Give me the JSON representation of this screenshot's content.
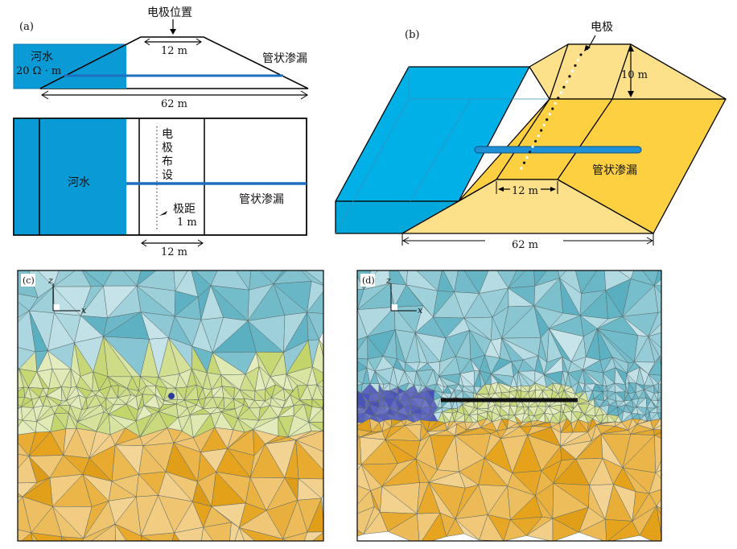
{
  "panel_a": {
    "label": "(a)",
    "electrode_position": "电极位置",
    "crest_width": "12 m",
    "river": "河水",
    "river_resistivity": "20 Ω · m",
    "pipe_leak": "管状渗漏",
    "base_width": "62 m",
    "plan_river": "河水",
    "electrode_layout": [
      "电",
      "极",
      "布",
      "设"
    ],
    "electrode_spacing": "极距",
    "electrode_spacing_value": "1 m",
    "plan_pipe_leak": "管状渗漏",
    "plan_width": "12 m"
  },
  "panel_b": {
    "label": "(b)",
    "electrode": "电极",
    "height": "10 m",
    "pipe_leak": "管状渗漏",
    "crest_width": "12 m",
    "base_width": "62 m"
  },
  "panel_c": {
    "label": "(c)",
    "axis_z": "z",
    "axis_x": "x"
  },
  "panel_d": {
    "label": "(d)",
    "axis_z": "z",
    "axis_x": "x"
  },
  "colors": {
    "water": "#0a9bd6",
    "water_3d": "#00b0e6",
    "dam_light": "#fde08a",
    "dam_dark": "#fcd040",
    "pipe": "#1f6fc0"
  }
}
